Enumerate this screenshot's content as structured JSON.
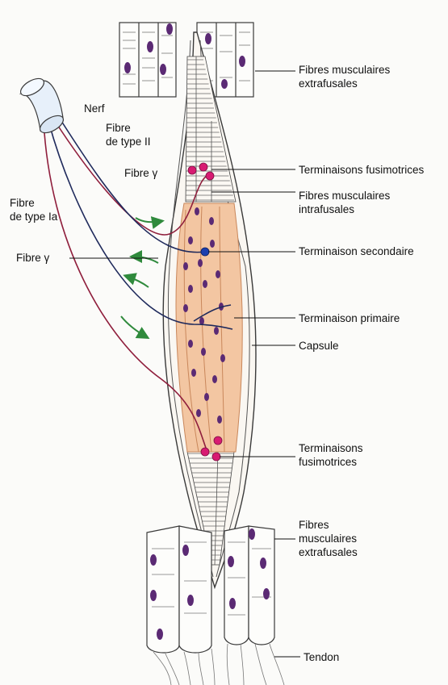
{
  "labels": {
    "nerf": "Nerf",
    "fibre_type_ii_line1": "Fibre",
    "fibre_type_ii_line2": "de type II",
    "fibre_gamma_upper": "Fibre γ",
    "fibre_type_ia_line1": "Fibre",
    "fibre_type_ia_line2": "de type Ia",
    "fibre_gamma_lower": "Fibre γ",
    "extrafusal_top_line1": "Fibres musculaires",
    "extrafusal_top_line2": "extrafusales",
    "fusimotor_top": "Terminaisons fusimotrices",
    "intrafusal_line1": "Fibres musculaires",
    "intrafusal_line2": "intrafusales",
    "secondary_ending": "Terminaison secondaire",
    "primary_ending": "Terminaison primaire",
    "capsule": "Capsule",
    "fusimotor_bottom_line1": "Terminaisons",
    "fusimotor_bottom_line2": "fusimotrices",
    "extrafusal_bottom_line1": "Fibres",
    "extrafusal_bottom_line2": "musculaires",
    "extrafusal_bottom_line3": "extrafusales",
    "tendon": "Tendon"
  },
  "colors": {
    "background": "#fbfbf9",
    "outline": "#3a3a3a",
    "nucleus": "#5b2a74",
    "spindle_fill": "#f3c6a2",
    "fibre_gamma": "#8f1e3c",
    "fibre_afferent": "#1f2a5c",
    "fusimotor_terminal": "#d81b72",
    "secondary_terminal": "#1c3fae",
    "arrow": "#2f8a3c",
    "nerf_cylinder": "#e7f0fa"
  }
}
